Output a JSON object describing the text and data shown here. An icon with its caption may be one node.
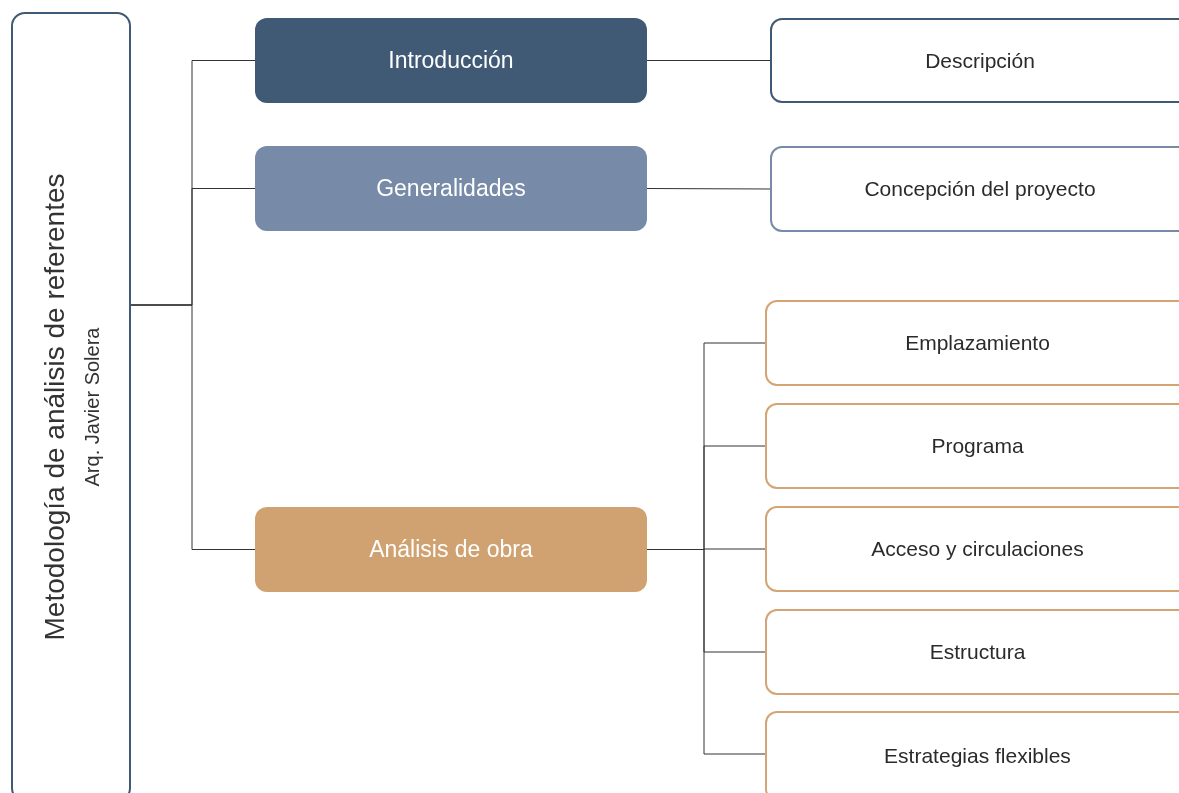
{
  "diagram": {
    "nodes": [
      {
        "text": [
          "Metodología de análisis de referentes",
          "Arq. Javier Solera"
        ]
      },
      {
        "text": [
          "Introducción"
        ]
      },
      {
        "text": [
          "Generalidades"
        ]
      },
      {
        "text": [
          "Análisis de obra"
        ]
      },
      {
        "text": [
          "Descripción"
        ]
      },
      {
        "text": [
          "Concepción del proyecto"
        ]
      },
      {
        "text": [
          "Emplazamiento"
        ]
      },
      {
        "text": [
          "Programa"
        ]
      },
      {
        "text": [
          "Acceso y circulaciones"
        ]
      },
      {
        "text": [
          "Estructura"
        ]
      },
      {
        "text": [
          "Estrategias flexibles"
        ]
      }
    ],
    "edges": [
      {
        "from": 0,
        "to": 1,
        "arrow": "none"
      },
      {
        "from": 0,
        "to": 2,
        "arrow": "none"
      },
      {
        "from": 0,
        "to": 3,
        "arrow": "none"
      },
      {
        "from": 1,
        "to": 4,
        "arrow": "none"
      },
      {
        "from": 2,
        "to": 5,
        "arrow": "none"
      },
      {
        "from": 3,
        "to": 6,
        "arrow": "none"
      },
      {
        "from": 3,
        "to": 7,
        "arrow": "none"
      },
      {
        "from": 3,
        "to": 8,
        "arrow": "none"
      },
      {
        "from": 3,
        "to": 9,
        "arrow": "none"
      },
      {
        "from": 3,
        "to": 10,
        "arrow": "none"
      }
    ]
  }
}
